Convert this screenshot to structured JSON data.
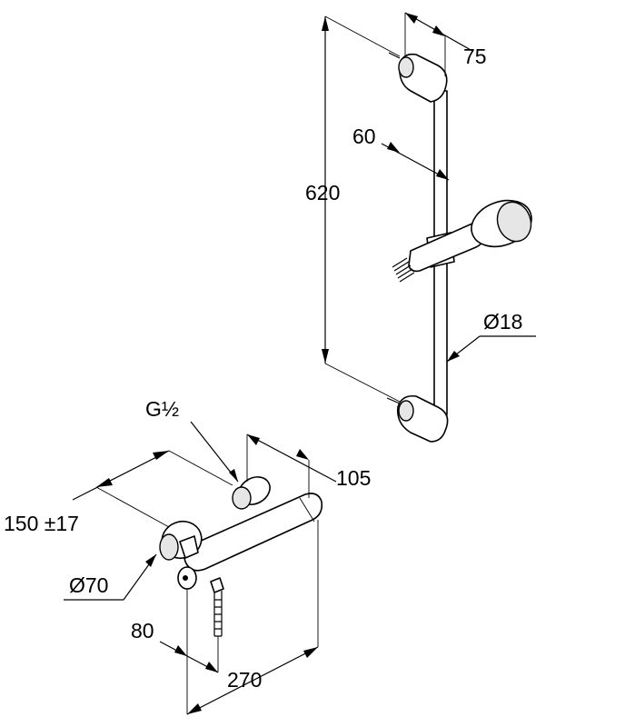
{
  "colors": {
    "line": "#000000",
    "background": "#ffffff",
    "part_shade": "#e6e6e6"
  },
  "dimensions": {
    "rail_length": "620",
    "wall_offset": "75",
    "holder_depth": "60",
    "rail_diameter": "Ø18",
    "inlet_thread": "G½",
    "mixer_depth": "105",
    "inlet_spacing": "150 ±17",
    "rosette_diameter": "Ø70",
    "outlet_offset": "80",
    "mixer_width": "270"
  }
}
